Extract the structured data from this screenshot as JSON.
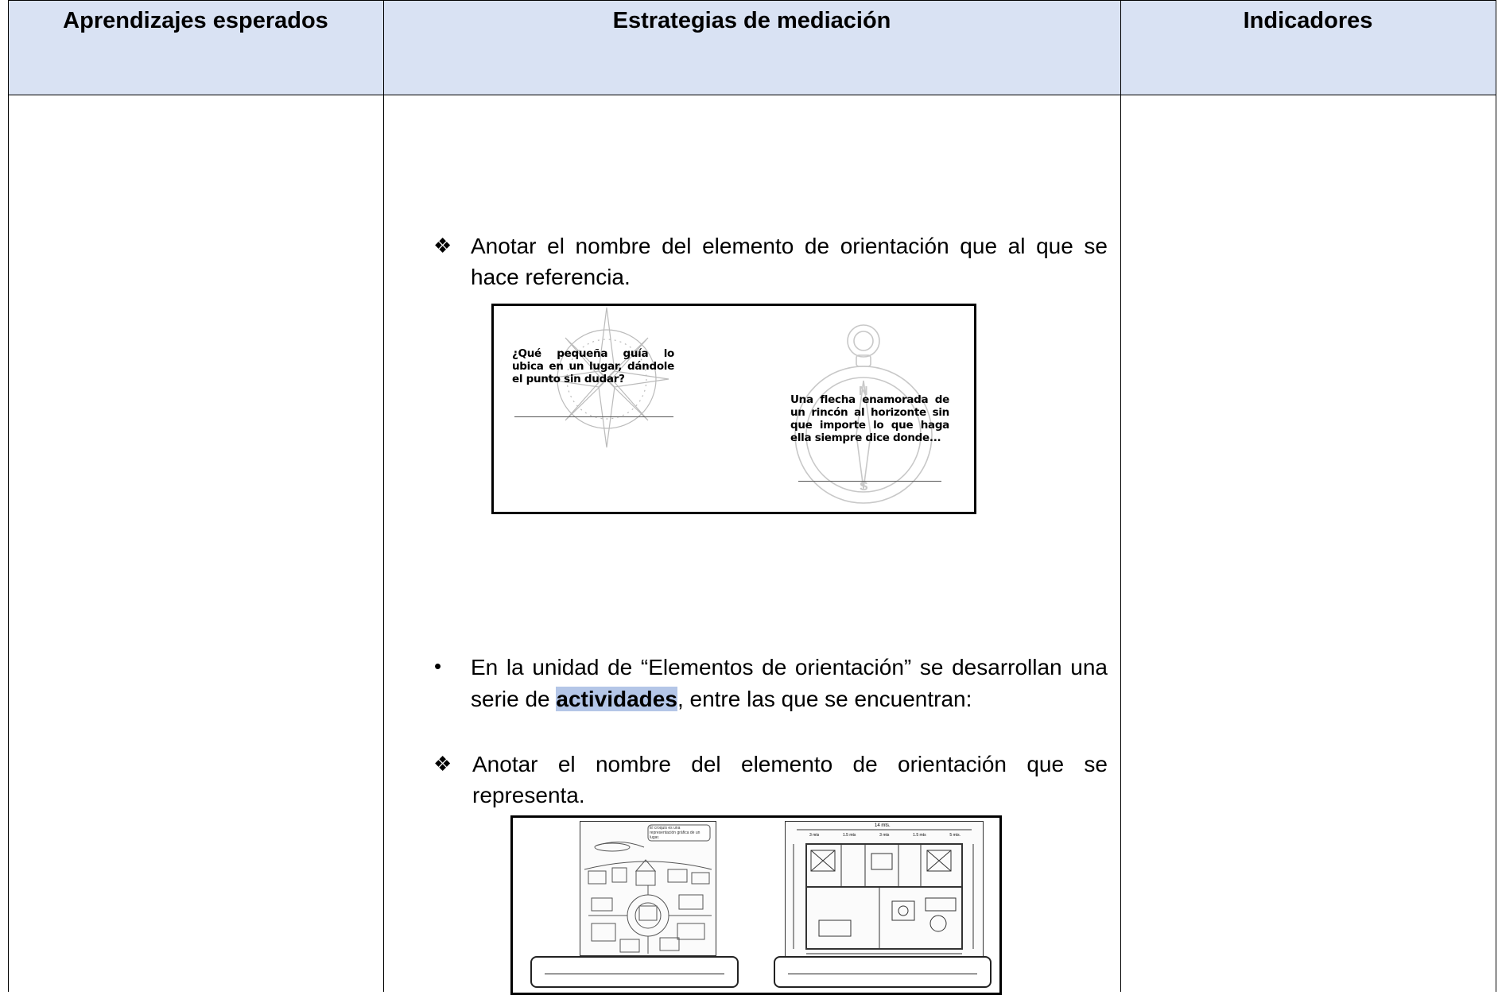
{
  "table": {
    "headers": {
      "col1": "Aprendizajes esperados",
      "col2": "Estrategias de mediación",
      "col3": "Indicadores"
    }
  },
  "activity1": {
    "bullet_symbol": "❖",
    "text_line1": "Anotar el nombre del elemento de orientación que al que se",
    "text_line2": "hace referencia.",
    "riddle_left": {
      "line1": "¿Qué pequeña guía lo",
      "line2": "ubica en un lugar, dándole",
      "line3": "el punto sin dudar?"
    },
    "riddle_right": {
      "line1": "Una flecha enamorada de",
      "line2": "un rincón al horizonte sin",
      "line3": "que importe lo que haga",
      "line4": "ella siempre dice donde..."
    },
    "icons": [
      "compass-rose-icon",
      "compass-icon"
    ]
  },
  "unit_intro": {
    "bullet_symbol": "•",
    "text_line1": "En la unidad de “Elementos de orientación” se desarrollan una",
    "text_line2_before": "serie de ",
    "text_line2_highlight": "actividades",
    "text_line2_after": ", entre las que se encuentran:"
  },
  "activity2": {
    "bullet_symbol": "❖",
    "text_line1": "Anotar el nombre del elemento de orientación que se",
    "text_line2": "representa.",
    "sketch_callout": "El croquis es una representación gráfica de un lugar.",
    "plan_labels": {
      "top": "14 mts.",
      "segments": [
        "3 mts",
        "1.5 mts",
        "3 mts",
        "1.5 mts",
        "5 mts."
      ]
    }
  },
  "colors": {
    "header_bg": "#d9e2f3",
    "highlight": "#b4c6e7",
    "border": "#000000"
  }
}
